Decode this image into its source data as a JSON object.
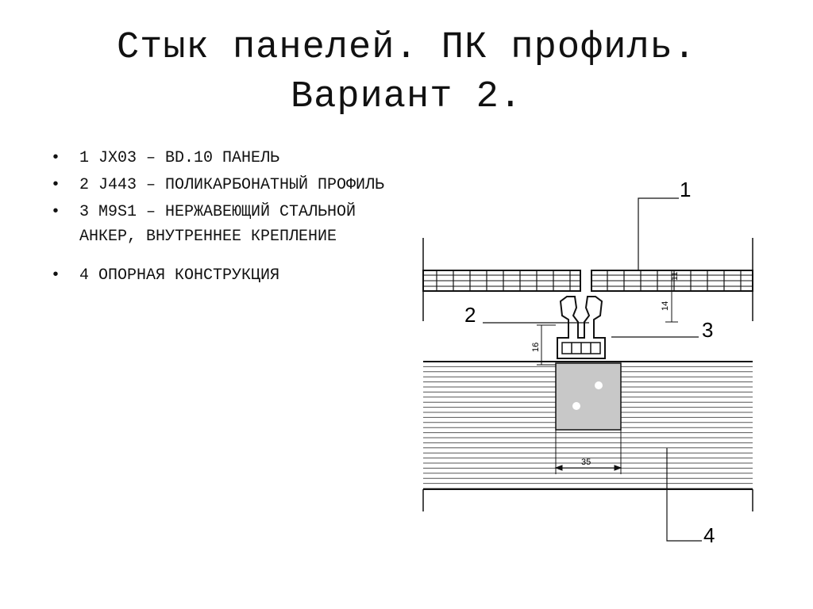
{
  "slide": {
    "title_line1": "Стык панелей. ПК профиль.",
    "title_line2": "Вариант 2."
  },
  "bullets": [
    "1  JX03 – BD.10 ПАНЕЛЬ",
    "2  J443 – ПОЛИКАРБОНАТНЫЙ ПРОФИЛЬ",
    "3  M9S1 – НЕРЖАВЕЮЩИЙ СТАЛЬНОЙ АНКЕР, ВНУТРЕННЕЕ КРЕПЛЕНИЕ",
    "4  ОПОРНАЯ КОНСТРУКЦИЯ"
  ],
  "drawing": {
    "callouts": [
      "1",
      "2",
      "3",
      "4"
    ],
    "dimensions": [
      "11",
      "14",
      "16",
      "35"
    ],
    "colors": {
      "line": "#111111",
      "anchor_fill": "#c8c8c8",
      "hatch": "#555555"
    }
  }
}
